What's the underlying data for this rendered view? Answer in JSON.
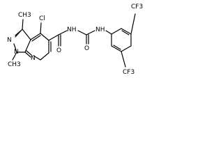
{
  "molecule": {
    "labels": {
      "cl": "Cl",
      "me_top": "CH3",
      "n1": "N",
      "n_methyl": "N",
      "me_n": "CH3",
      "n_ring": "N",
      "o": "O",
      "nh1": "NH",
      "nh2": "NH",
      "o2": "O",
      "cf3_top": "CF3",
      "cf3_bottom": "CF3"
    }
  }
}
